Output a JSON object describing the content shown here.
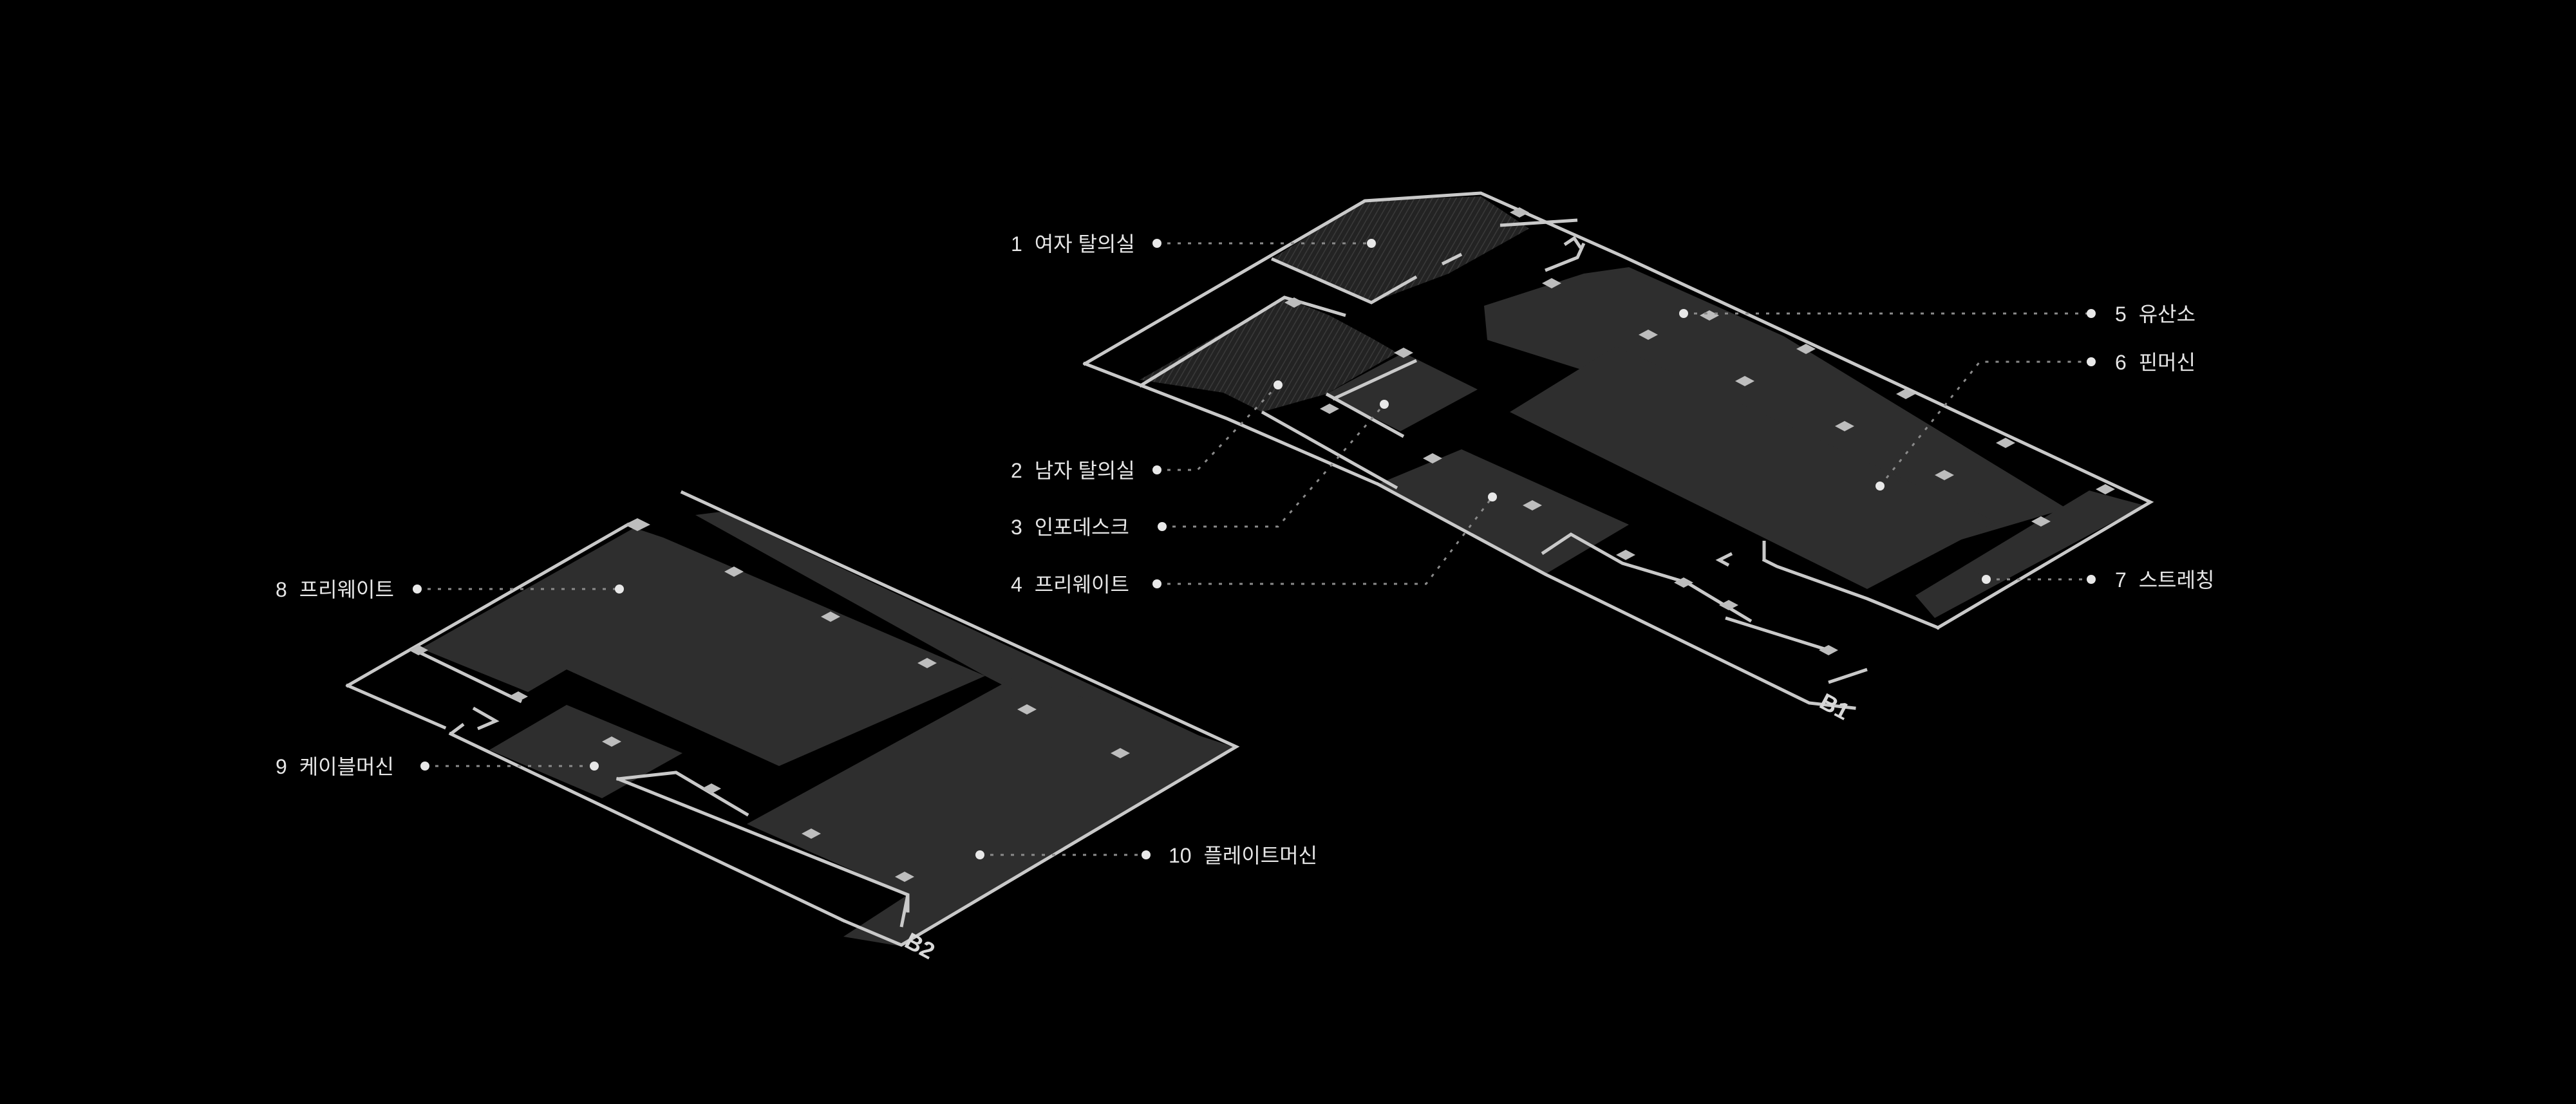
{
  "floors": [
    {
      "id": "b1",
      "tag": "B1"
    },
    {
      "id": "b2",
      "tag": "B2"
    }
  ],
  "labels": [
    {
      "num": "1",
      "text": "여자 탈의실"
    },
    {
      "num": "2",
      "text": "남자 탈의실"
    },
    {
      "num": "3",
      "text": "인포데스크"
    },
    {
      "num": "4",
      "text": "프리웨이트"
    },
    {
      "num": "5",
      "text": "유산소"
    },
    {
      "num": "6",
      "text": "핀머신"
    },
    {
      "num": "7",
      "text": "스트레칭"
    },
    {
      "num": "8",
      "text": "프리웨이트"
    },
    {
      "num": "9",
      "text": "케이블머신"
    },
    {
      "num": "10",
      "text": "플레이트머신"
    }
  ]
}
